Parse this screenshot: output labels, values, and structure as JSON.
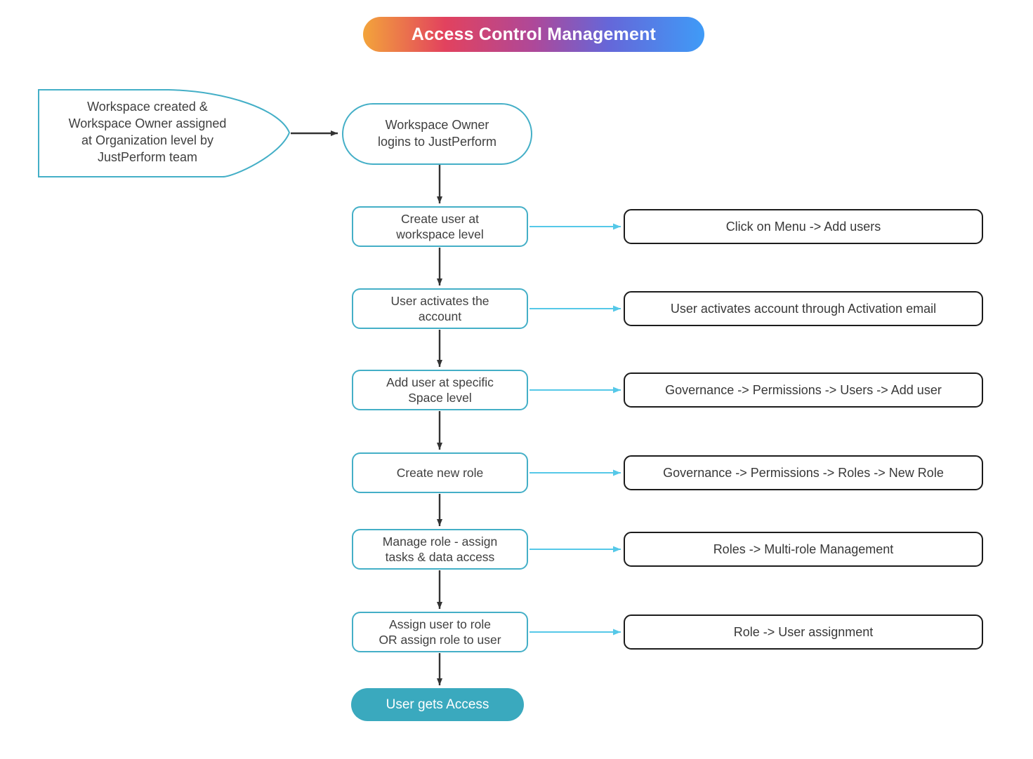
{
  "title": "Access Control Management",
  "start": {
    "lines": [
      "Workspace created &",
      "Workspace Owner assigned",
      "at Organization level by",
      "JustPerform team"
    ]
  },
  "login": {
    "lines": [
      "Workspace Owner",
      "logins to JustPerform"
    ]
  },
  "rows": [
    {
      "step_lines": [
        "Create user at",
        "workspace level"
      ],
      "detail": "Click on Menu -> Add users"
    },
    {
      "step_lines": [
        "User activates the",
        "account"
      ],
      "detail": "User activates account through Activation email"
    },
    {
      "step_lines": [
        "Add user at specific",
        "Space level"
      ],
      "detail": "Governance -> Permissions -> Users -> Add user"
    },
    {
      "step_lines": [
        "Create new role"
      ],
      "detail": "Governance -> Permissions -> Roles -> New Role"
    },
    {
      "step_lines": [
        "Manage role - assign",
        "tasks & data access"
      ],
      "detail": "Roles -> Multi-role Management"
    },
    {
      "step_lines": [
        "Assign user to role",
        "OR assign role to user"
      ],
      "detail": "Role -> User assignment"
    }
  ],
  "end_label": "User gets Access",
  "colors": {
    "teal": "#44AFC7",
    "fill": "#3AA9BE",
    "cyan": "#55C8E8",
    "dark": "#333333",
    "border": "#1C1C1C",
    "g1": "#F3A43B",
    "g2": "#E2425E",
    "g3": "#AE4899",
    "g4": "#6567D9",
    "g5": "#3F9BF7"
  }
}
